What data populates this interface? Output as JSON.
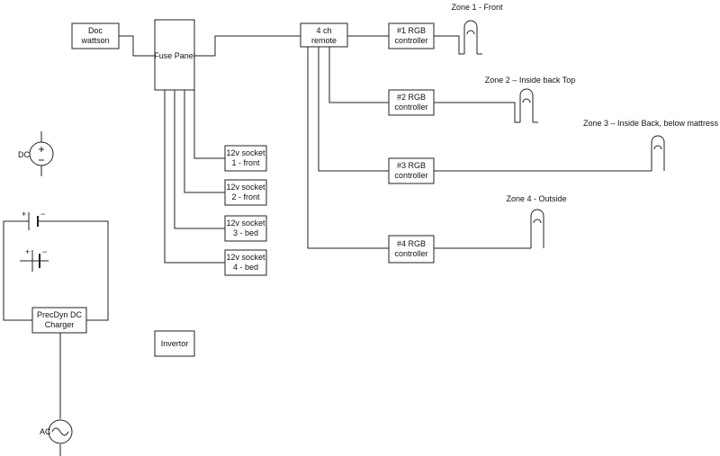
{
  "boxes": {
    "doc_wattson": [
      "Doc",
      "wattson"
    ],
    "fuse_panel": [
      "Fuse Panel"
    ],
    "remote": [
      "4 ch",
      "remote"
    ],
    "rgb1": [
      "#1 RGB",
      "controller"
    ],
    "rgb2": [
      "#2 RGB",
      "controller"
    ],
    "rgb3": [
      "#3 RGB",
      "controller"
    ],
    "rgb4": [
      "#4 RGB",
      "controller"
    ],
    "socket1": [
      "12v socket",
      "1 - front"
    ],
    "socket2": [
      "12v socket",
      "2 - front"
    ],
    "socket3": [
      "12v socket",
      "3 - bed"
    ],
    "socket4": [
      "12v socket",
      "4 - bed"
    ],
    "charger": [
      "PrecDyn DC",
      "Charger"
    ],
    "invertor": [
      "Invertor"
    ]
  },
  "zones": {
    "zone1": "Zone 1 - Front",
    "zone2": "Zone 2 – Inside back Top",
    "zone3": "Zone 3 – Inside Back, below mattress",
    "zone4": "Zone 4 - Outside"
  },
  "symbols": {
    "dc_label": "DC",
    "ac_label": "AC",
    "plus": "+",
    "minus": "−"
  }
}
